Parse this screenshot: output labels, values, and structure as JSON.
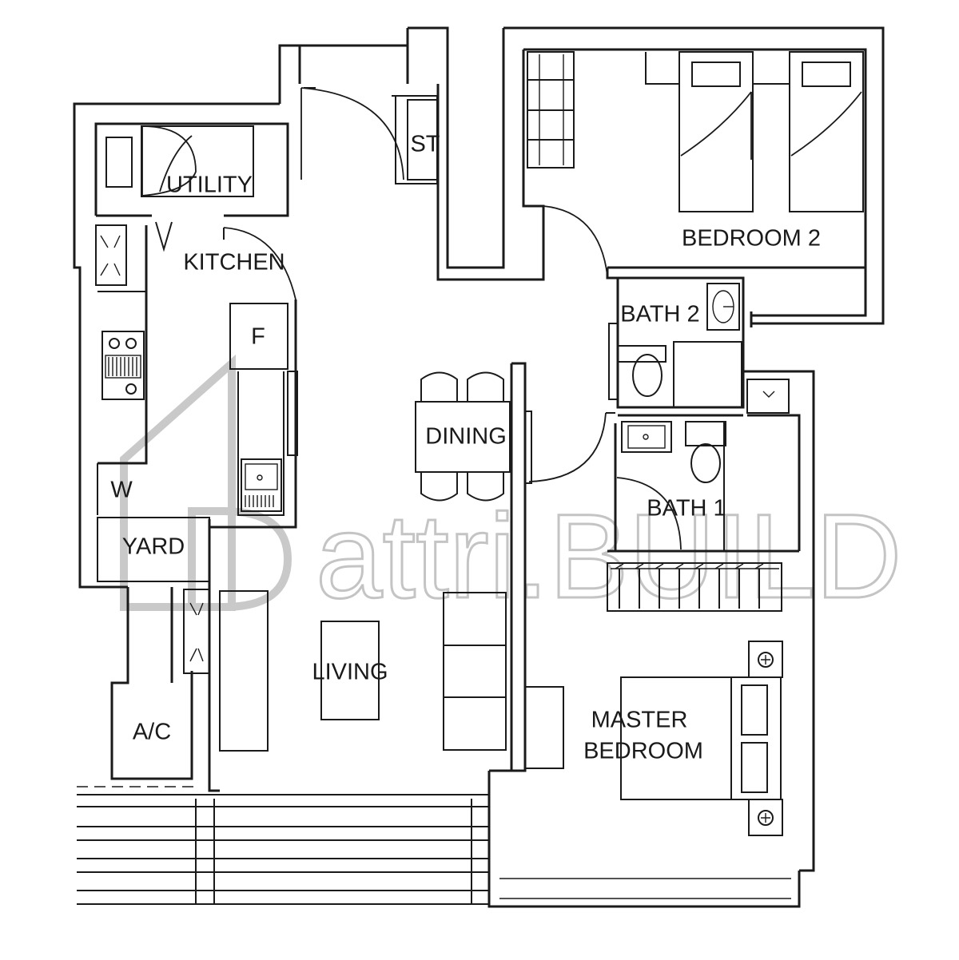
{
  "watermark": {
    "text": "attri.BUILD"
  },
  "rooms": {
    "utility": "UTILITY",
    "store": "ST",
    "bedroom_2": "BEDROOM 2",
    "kitchen": "KITCHEN",
    "fridge": "F",
    "bath_2": "BATH 2",
    "dining": "DINING",
    "washer": "W",
    "bath_1": "BATH 1",
    "yard": "YARD",
    "living": "LIVING",
    "ac_ledge": "A/C",
    "master_bedroom_line1": "MASTER",
    "master_bedroom_line2": "BEDROOM"
  }
}
